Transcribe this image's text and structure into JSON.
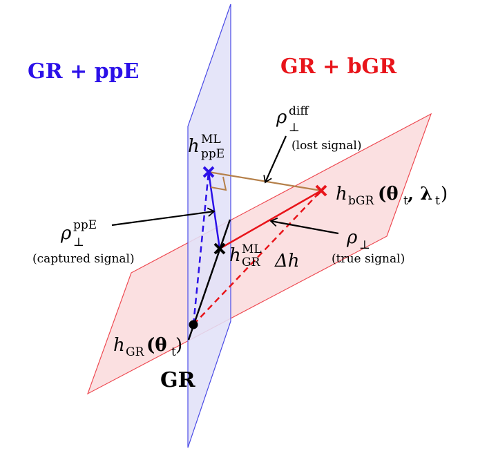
{
  "diagram": {
    "planes": {
      "ppe_label": "GR + ppE",
      "bgr_label": "GR + bGR",
      "gr_label": "GR"
    },
    "points": {
      "h_ppe_ml": {
        "base": "h",
        "sup": "ML",
        "sub": "ppE"
      },
      "h_gr_ml": {
        "base": "h",
        "sup": "ML",
        "sub": "GR"
      },
      "h_bgr": {
        "base": "h",
        "sub": "bGR",
        "args": "(θ",
        "arg1_sub": "t",
        "sep": ", λ",
        "arg2_sub": "t",
        "close": ")"
      },
      "h_gr": {
        "base": "h",
        "sub": "GR",
        "args": "(θ",
        "arg1_sub": "t",
        "close": ")"
      }
    },
    "annotations": {
      "rho_diff": {
        "symbol": "ρ",
        "sub": "⊥",
        "sup": "diff",
        "note": "(lost signal)"
      },
      "rho_ppe": {
        "symbol": "ρ",
        "sub": "⊥",
        "sup": "ppE",
        "note": "(captured signal)"
      },
      "rho_perp": {
        "symbol": "ρ",
        "sub": "⊥",
        "note": "(true signal)"
      },
      "delta_h": "Δh"
    },
    "colors": {
      "ppe": "#2b10e8",
      "bgr": "#e8141a",
      "ppe_plane_fill": "#e1e1f8",
      "bgr_plane_fill": "#fbe0e1",
      "diff_line": "#b5804a",
      "black": "#000000"
    }
  }
}
